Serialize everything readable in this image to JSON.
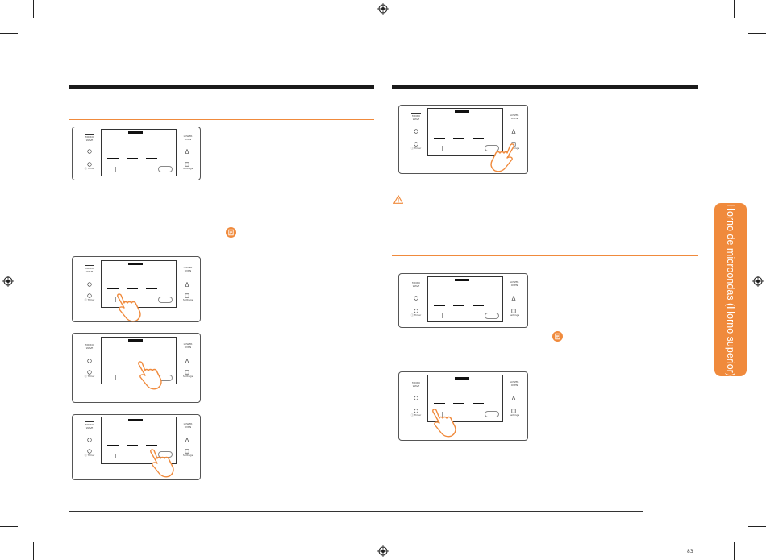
{
  "side_tab": {
    "text": "Horno de microondas (Horno superior)"
  },
  "panel_labels": {
    "upper_oven": "MICRO\nWAVE",
    "lower_oven": "LOWER\nOVEN",
    "settings": "Settings",
    "timer": "ⓘ Timer"
  },
  "page_number": "83",
  "colors": {
    "accent": "#f08a3c",
    "rule": "#1a1a1a"
  },
  "icons": {
    "caution": "caution-triangle-icon",
    "note": "note-icon",
    "hand": "pointing-hand-icon"
  }
}
